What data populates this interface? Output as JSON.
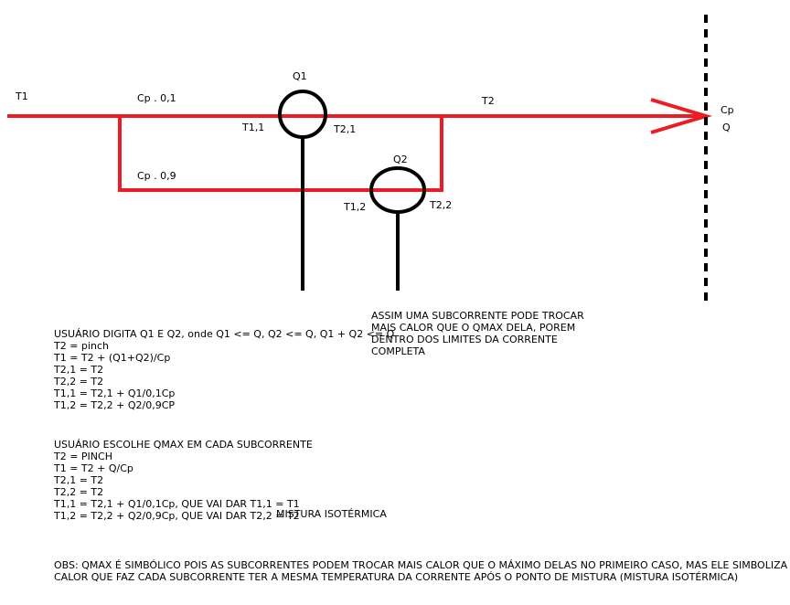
{
  "colors": {
    "stream": "#ed1c24",
    "exchanger": "#000000",
    "text": "#000000"
  },
  "diagram": {
    "labels": {
      "t1": "T1",
      "cp_01": "Cp . 0,1",
      "q1": "Q1",
      "t2": "T2",
      "cp": "Cp",
      "q": "Q",
      "t1_1": "T1,1",
      "t2_1": "T2,1",
      "q2": "Q2",
      "cp_09": "Cp . 0,9",
      "t1_2": "T1,2",
      "t2_2": "T2,2"
    }
  },
  "notes": {
    "subcurrent": [
      "ASSIM UMA SUBCORRENTE PODE TROCAR",
      "MAIS CALOR QUE O QMAX DELA, POREM",
      "DENTRO DOS LIMITES DA CORRENTE",
      "COMPLETA"
    ],
    "case1": [
      "USUÁRIO DIGITA Q1 E Q2,  onde Q1 <= Q, Q2 <= Q, Q1 + Q2 <= Q",
      "T2 = pinch",
      "T1 = T2 + (Q1+Q2)/Cp",
      "T2,1 = T2",
      "T2,2 = T2",
      "T1,1 = T2,1 + Q1/0,1Cp",
      "T1,2 = T2,2 + Q2/0,9CP"
    ],
    "case2": [
      "USUÁRIO ESCOLHE QMAX EM CADA SUBCORRENTE",
      "T2 = PINCH",
      "T1 = T2 + Q/Cp",
      "T2,1 = T2",
      "T2,2 = T2",
      "T1,1 = T2,1 + Q1/0,1Cp, QUE VAI DAR T1,1 = T1",
      "T1,2 = T2,2 + Q2/0,9Cp, QUE VAI DAR T2,2 = T2"
    ],
    "mixture": "MISTURA ISOTÉRMICA",
    "obs": [
      "OBS: QMAX É SIMBÓLICO POIS AS SUBCORRENTES PODEM TROCAR MAIS CALOR QUE O MÁXIMO DELAS NO PRIMEIRO CASO, MAS ELE SIMBOLIZA O",
      "CALOR QUE FAZ CADA SUBCORRENTE TER A MESMA TEMPERATURA DA CORRENTE APÓS O PONTO DE MISTURA (MISTURA ISOTÉRMICA)"
    ]
  }
}
